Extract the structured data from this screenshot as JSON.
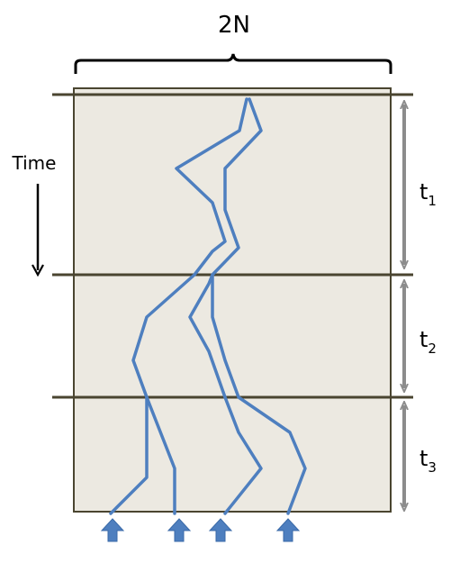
{
  "labels": {
    "population_size": "2N",
    "time_axis": "Time",
    "intervals": [
      {
        "name": "t",
        "sub": "1"
      },
      {
        "name": "t",
        "sub": "2"
      },
      {
        "name": "t",
        "sub": "3"
      }
    ]
  },
  "colors": {
    "panel_fill": "#ECE9E1",
    "panel_border": "#4A4530",
    "lineage": "#4E7FBF",
    "interval_arrow": "#8C8C8C",
    "sample_arrow": "#4E7FBF",
    "text": "#000000"
  }
}
